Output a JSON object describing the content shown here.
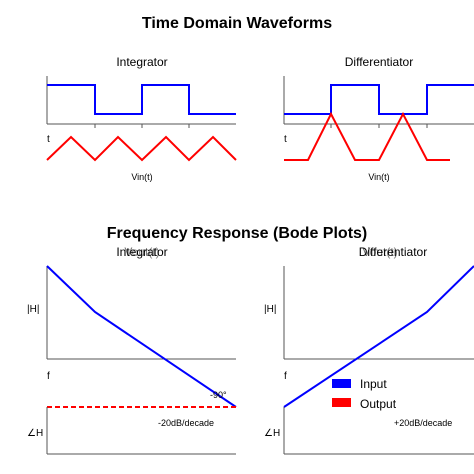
{
  "titles": {
    "time_domain": "Time Domain Waveforms",
    "frequency": "Frequency Response (Bode Plots)"
  },
  "panels": {
    "integrator_time": {
      "title": "Integrator",
      "t_label": "t",
      "x_label": "Vin(t)"
    },
    "differentiator_time": {
      "title": "Differentiator",
      "t_label": "t",
      "x_label": "Vin(t)"
    },
    "integrator_bode": {
      "title": "Integrator",
      "overlap_text": "Vout(t)",
      "mag_label": "|H|",
      "f_label": "f",
      "phase_label": "∠H",
      "phase_value": "-90°",
      "slope": "-20dB/decade"
    },
    "differentiator_bode": {
      "title": "Differentiator",
      "overlap_text": "Vout(t)",
      "mag_label": "|H|",
      "f_label": "f",
      "phase_label": "∠H",
      "slope": "+20dB/decade"
    }
  },
  "legend": [
    {
      "label": "Input",
      "color": "#0000ff"
    },
    {
      "label": "Output",
      "color": "#ff0000"
    }
  ],
  "colors": {
    "input": "#0000ff",
    "output": "#ff0000",
    "axis": "#555555"
  }
}
